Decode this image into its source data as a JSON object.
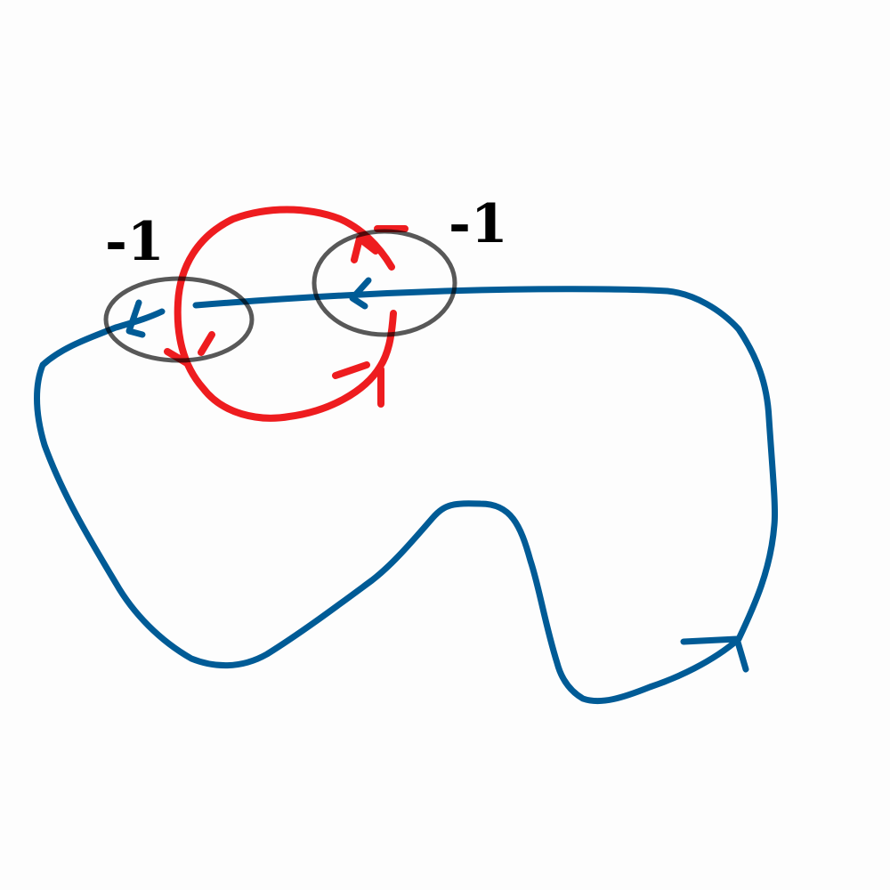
{
  "diagram": {
    "background_color": "#fdfdfd",
    "knots": [
      {
        "id": "blue",
        "color": "#005b96",
        "closed": true
      },
      {
        "id": "red",
        "color": "#ee1c1f",
        "closed": true
      }
    ],
    "crossings": [
      {
        "id": "crossing-left",
        "label": "-1",
        "highlight_color": "#000000"
      },
      {
        "id": "crossing-right",
        "label": "-1",
        "highlight_color": "#000000"
      }
    ]
  }
}
